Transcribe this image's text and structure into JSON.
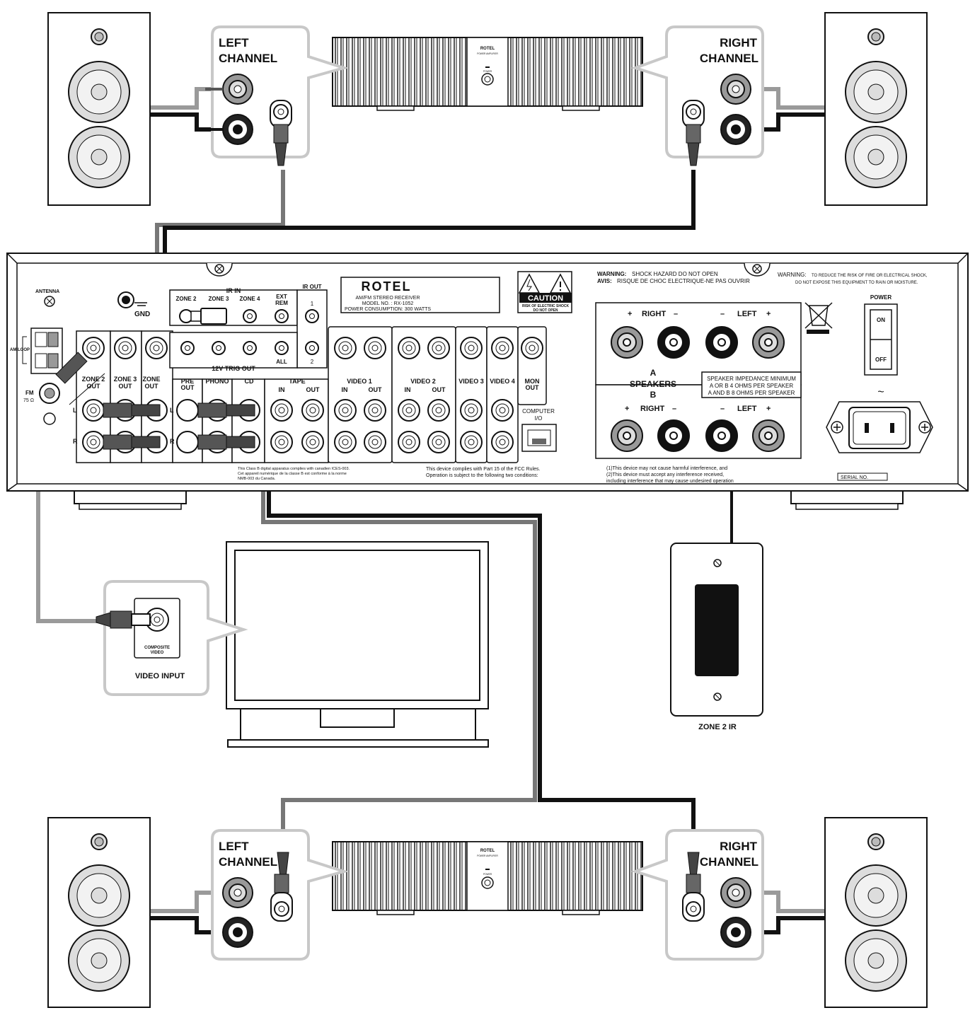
{
  "callouts": {
    "top_left": {
      "line1": "LEFT",
      "line2": "CHANNEL"
    },
    "top_right": {
      "line1": "RIGHT",
      "line2": "CHANNEL"
    },
    "bottom_left": {
      "line1": "LEFT",
      "line2": "CHANNEL"
    },
    "bottom_right": {
      "line1": "RIGHT",
      "line2": "CHANNEL"
    }
  },
  "amplifier": {
    "brand": "ROTEL",
    "model": "POWER AMPLIFIER",
    "power": "POWER"
  },
  "receiver": {
    "brand": "ROTEL",
    "product": "AM/FM STEREO RECEIVER",
    "model": "MODEL NO. : RX-1052",
    "consumption": "POWER CONSUMPTION: 300 WATTS",
    "antenna": "ANTENNA",
    "am_loop": "AM LOOP",
    "fm": "FM",
    "fm_ohm": "75 Ω",
    "gnd": "GND",
    "ir_in": "IR IN",
    "ir_out": "IR OUT",
    "ir_out_1": "1",
    "ir_out_2": "2",
    "zone2": "ZONE 2",
    "zone3": "ZONE 3",
    "zone4": "ZONE 4",
    "ext_rem_1": "EXT",
    "ext_rem_2": "REM",
    "trig_out": "12V TRIG OUT",
    "trig_all": "ALL",
    "zone2_out_1": "ZONE 2",
    "zone2_out_2": "OUT",
    "zone3_out_1": "ZONE 3",
    "zone3_out_2": "OUT",
    "zone4_out_1": "ZONE",
    "zone4_out_2": "OUT",
    "pre_out_1": "PRE",
    "pre_out_2": "OUT",
    "phono": "PHONO",
    "cd": "CD",
    "tape": "TAPE",
    "in": "IN",
    "out": "OUT",
    "video1": "VIDEO 1",
    "video2": "VIDEO 2",
    "video3": "VIDEO 3",
    "video4": "VIDEO 4",
    "mon_out_1": "MON",
    "mon_out_2": "OUT",
    "computer_1": "COMPUTER",
    "computer_2": "I/O",
    "ch_l": "L",
    "ch_r": "R",
    "caution": "CAUTION",
    "caution_sub1": "RISK OF ELECTRIC SHOCK",
    "caution_sub2": "DO NOT OPEN",
    "warning_label": "WARNING:",
    "warning_text": "SHOCK HAZARD DO NOT OPEN",
    "avis_label": "AVIS:",
    "avis_text": "RISQUE DE CHOC ELECTRIQUE-NE PAS OUVRIR",
    "warning2_label": "WARNING:",
    "warning2_text1": "TO REDUCE THE RISK OF FIRE OR ELECTRICAL SHOCK,",
    "warning2_text2": "DO NOT EXPOSE THIS EQUIPMENT TO RAIN OR MOISTURE.",
    "power": "POWER",
    "on": "ON",
    "off": "OFF",
    "ac_symbol": "~",
    "right": "RIGHT",
    "left": "LEFT",
    "plus": "+",
    "minus": "–",
    "a": "A",
    "speakers": "SPEAKERS",
    "b": "B",
    "imp1": "SPEAKER IMPEDANCE MINIMUM",
    "imp2": "A OR B 4 OHMS PER SPEAKER",
    "imp3": "A AND B 8 OHMS PER SPEAKER",
    "canada1": "This Class B digital apparatus complies with canadien ICES-003.",
    "canada2": "Cet appareil numérique de la classe B est conforme à la norme",
    "canada3": "NMB-003 du Canada.",
    "fcc1": "This device complies with Part 15 of the FCC Rules.",
    "fcc2": "Operation is subject to the following two conditions:",
    "fcc3": "(1)This device may not cause harmful interference, and",
    "fcc4": "(2)This device must accept any interference received,",
    "fcc5": "including interference that may cause undesired operation",
    "serial": "SERIAL NO."
  },
  "tv": {
    "composite_1": "COMPOSITE",
    "composite_2": "VIDEO",
    "video_input": "VIDEO INPUT"
  },
  "zone2_ir": {
    "label": "ZONE 2 IR"
  },
  "colors": {
    "black": "#111111",
    "gray": "#777777",
    "light_gray": "#c8c8c8",
    "cable_light": "#9a9a9a"
  }
}
